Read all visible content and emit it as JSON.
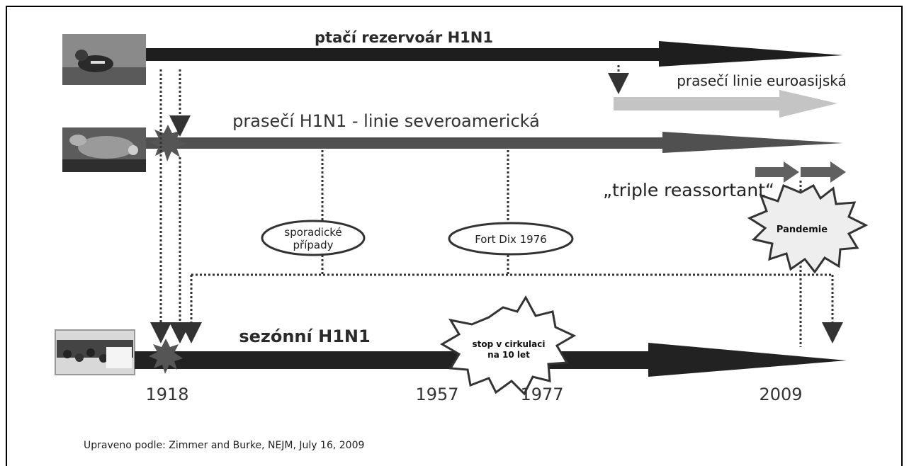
{
  "lines": {
    "avian": "ptačí rezervoár H1N1",
    "swine_eurasian": "prasečí linie euroasijská",
    "swine_na": "prasečí H1N1 - linie severoamerická",
    "triple": "„triple reassortant“",
    "seasonal": "sezónní H1N1"
  },
  "events": {
    "sporadic_line1": "sporadické",
    "sporadic_line2": "případy",
    "fort_dix": "Fort Dix 1976",
    "pandemic": "Pandemie",
    "stop_line1": "stop v cirkulaci",
    "stop_line2": "na 10 let"
  },
  "years": [
    "1918",
    "1957",
    "1977",
    "2009"
  ],
  "source": "Upraveno podle: Zimmer and Burke, NEJM, July 16, 2009",
  "colors": {
    "avian": "#1e1e1e",
    "swine": "#505050",
    "eurasian": "#c4c4c4",
    "seasonal": "#222222",
    "star": "#555555",
    "starLight": "#eeeeee"
  },
  "icons": [
    "duck-photo",
    "pig-photo",
    "crowd-photo"
  ]
}
